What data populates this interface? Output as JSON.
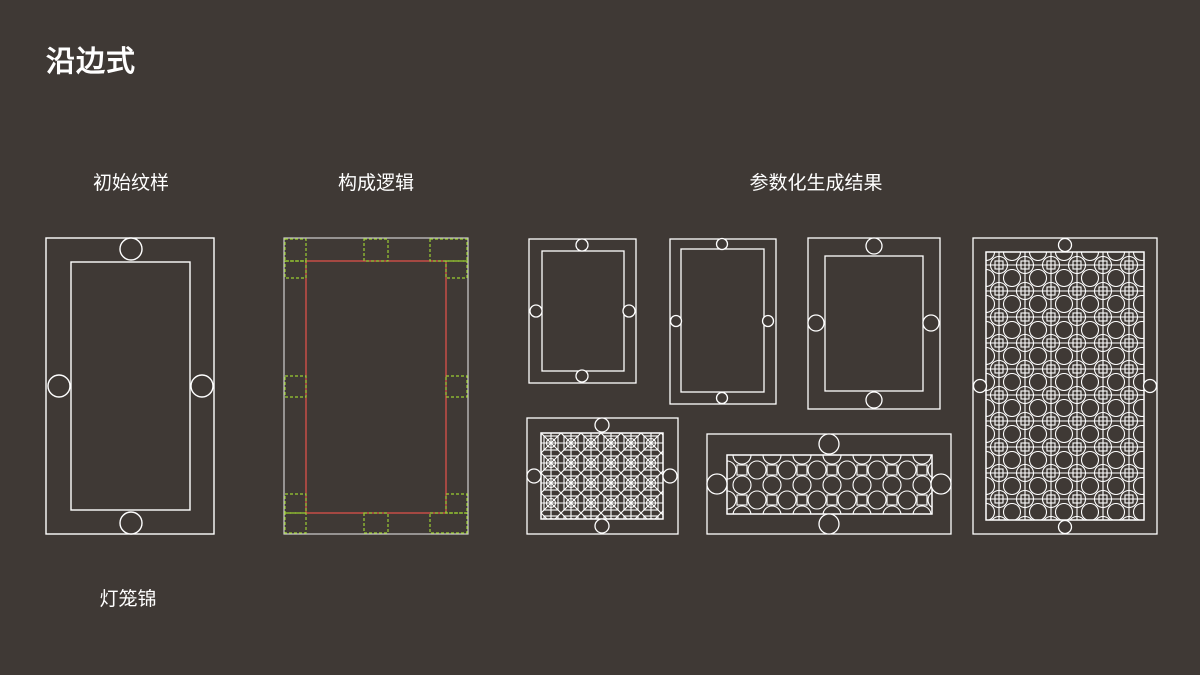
{
  "page": {
    "title": "沿边式"
  },
  "sections": {
    "initial_label": "初始纹样",
    "logic_label": "构成逻辑",
    "result_label": "参数化生成结果"
  },
  "caption": "灯笼锦",
  "colors": {
    "background": "#3f3935",
    "line": "#ffffff",
    "inner_frame": "#e8524a",
    "module_dashed": "#9acd32",
    "outer_thin": "#cfcfcf"
  }
}
